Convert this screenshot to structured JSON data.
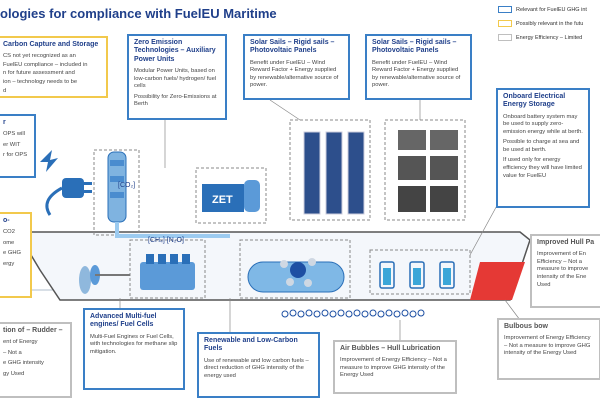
{
  "title": "ologies for compliance with FuelEU Maritime",
  "legend": [
    {
      "label": "Relevant for FuelEU GHG int",
      "color": "#3a7fc6"
    },
    {
      "label": "Possibly relevant in the futu",
      "color": "#f2c94c"
    },
    {
      "label": "Energy Efficiency – Limited",
      "color": "#bfbfbf"
    }
  ],
  "boxes": {
    "carbon_capture": {
      "title": "Carbon Capture and Storage",
      "lines": [
        "CS not yet recognized as an",
        "FuelEU compliance – included in",
        "n for future assessment and",
        "ion – technology needs to be",
        "d"
      ]
    },
    "zero_emission": {
      "title": "Zero Emission Technologies – Auxiliary Power Units",
      "lines": [
        "Modular Power Units, based on low-carbon fuels/ hydrogen/ fuel cells",
        "Possibility for Zero-Emissions at Berth"
      ]
    },
    "solar_sails_1": {
      "title": "Solar Sails – Rigid sails – Photovoltaic Panels",
      "lines": [
        "Benefit under FuelEU – Wind Reward Factor + Energy supplied by renewable/alternative source of power."
      ]
    },
    "solar_sails_2": {
      "title": "Solar Sails – Rigid sails – Photovoltaic Panels",
      "lines": [
        "Benefit under FuelEU – Wind Reward Factor + Energy supplied by renewable/alternative source of power."
      ]
    },
    "onboard_storage": {
      "title": "Onboard Electrical Energy Storage",
      "lines": [
        "Onboard battery system may be used to supply zero-emission energy while at berth.",
        "Possible to charge at sea and be used at berth.",
        "If used only for energy efficiency they will have limited value for FuelEU"
      ]
    },
    "ops": {
      "title": "r",
      "lines": [
        "OPS will",
        "",
        "er WIT",
        "r for OPS"
      ]
    },
    "left_mid": {
      "title": "o-",
      "lines": [
        "CO2",
        "ome",
        "e GHG",
        "ergy"
      ]
    },
    "rudder": {
      "title": "tion of – Rudder –",
      "lines": [
        "ent of Energy",
        "– Not a",
        "e GHG intensity",
        "gy Used"
      ]
    },
    "multi_fuel": {
      "title": "Advanced Multi-fuel engines/ Fuel Cells",
      "lines": [
        "Multi-Fuel Engines or Fuel Cells, with technologies for methane slip mitigation."
      ]
    },
    "renewable_fuels": {
      "title": "Renewable and Low-Carbon Fuels",
      "lines": [
        "Use of renewable and low carbon fuels – direct reduction of GHG intensity of the energy used"
      ]
    },
    "air_bubbles": {
      "title": "Air Bubbles – Hull Lubrication",
      "lines": [
        "Improvement of Energy Efficiency – Not a measure to improve GHG intensity of the Energy Used"
      ]
    },
    "hull_paint": {
      "title": "Improved Hull Pa",
      "lines": [
        "Improvement of En",
        "Efficiency – Not a",
        "measure to improve",
        "intensity of the Ene",
        "Used"
      ]
    },
    "bulbous_bow": {
      "title": "Bulbous bow",
      "lines": [
        "Improvement of Energy Efficiency – Not a measure to improve GHG intensity of the Energy Used"
      ]
    }
  },
  "labels": {
    "co2": "[CO₂]",
    "ch4n2o": "[CH₄] [N₂O]",
    "zet": "ZET"
  },
  "icons": [
    "shore-plug-icon",
    "carbon-tank-icon",
    "zet-unit-icon",
    "solar-panel-icon",
    "rigid-sail-icon",
    "battery-icon",
    "propeller-icon",
    "engine-icon",
    "lng-tank-icon",
    "molecule-icon",
    "bubbles-icon",
    "bow-icon"
  ]
}
